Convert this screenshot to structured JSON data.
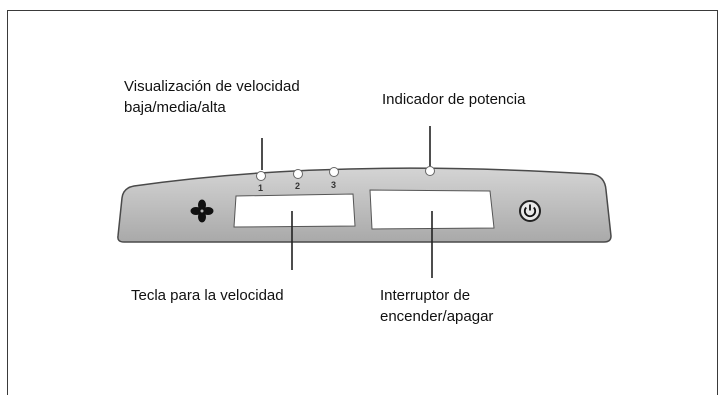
{
  "labels": {
    "speed_display": [
      "Visualización de velocidad",
      "baja/media/alta"
    ],
    "power_indicator": "Indicador de potencia",
    "speed_key": "Tecla para la velocidad",
    "on_off_switch": [
      "Interruptor de",
      "encender/apagar"
    ]
  },
  "speed_levels": [
    "1",
    "2",
    "3"
  ],
  "icons": {
    "fan": "fan-icon",
    "power": "power-icon"
  },
  "colors": {
    "panel_fill": "#b9b9b9",
    "panel_stroke": "#4a4a4a",
    "button_fill": "#ffffff",
    "leader_line": "#222222"
  }
}
